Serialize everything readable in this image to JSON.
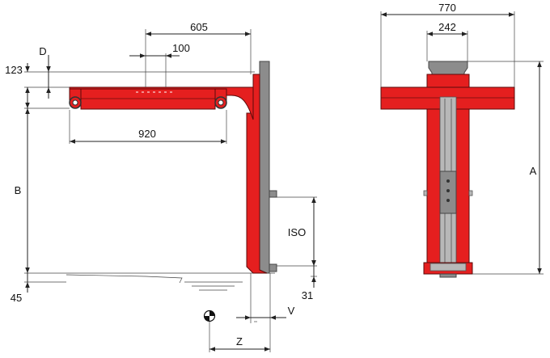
{
  "labels": {
    "dim_605": "605",
    "dim_100": "100",
    "dim_d": "D",
    "dim_123": "123",
    "dim_920": "920",
    "dim_b": "B",
    "dim_iso": "ISO",
    "dim_45": "45",
    "dim_31": "31",
    "dim_v": "V",
    "dim_z": "Z",
    "dim_770": "770",
    "dim_242": "242",
    "dim_a": "A"
  },
  "colors": {
    "frame_red": "#e51f1f",
    "carriage_grey": "#8c8c8c"
  }
}
